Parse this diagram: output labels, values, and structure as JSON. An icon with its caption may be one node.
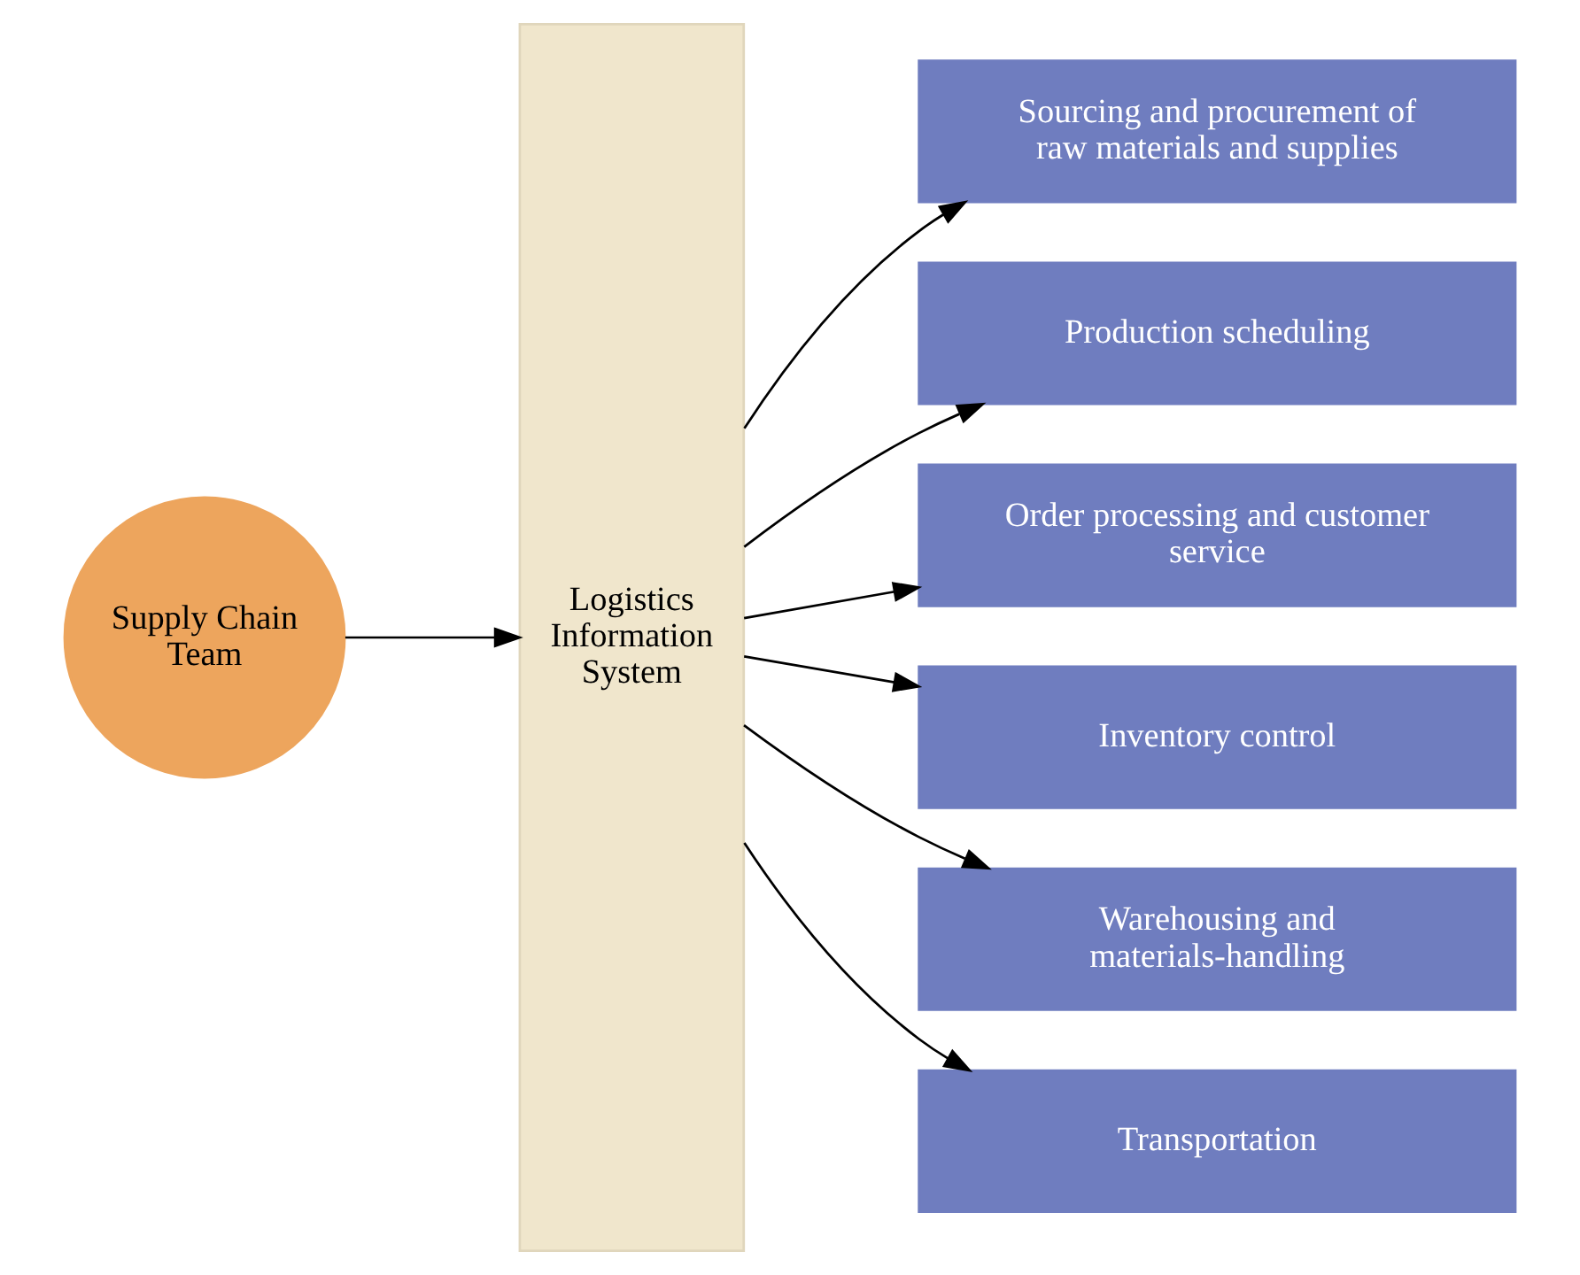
{
  "diagram": {
    "nodes": [
      {
        "text": [
          "Supply Chain Team"
        ]
      },
      {
        "text": [
          "Logistics Information System"
        ]
      },
      {
        "text": [
          "Sourcing and procurement of raw materials and supplies"
        ]
      },
      {
        "text": [
          "Production scheduling"
        ]
      },
      {
        "text": [
          "Order processing and customer service"
        ]
      },
      {
        "text": [
          "Inventory control"
        ]
      },
      {
        "text": [
          "Warehousing and materials-handling"
        ]
      },
      {
        "text": [
          "Transportation"
        ]
      }
    ],
    "edges": [
      {
        "from": 0,
        "to": 1,
        "arrow": "to"
      },
      {
        "from": 1,
        "to": 2,
        "arrow": "to"
      },
      {
        "from": 1,
        "to": 3,
        "arrow": "to"
      },
      {
        "from": 1,
        "to": 4,
        "arrow": "to"
      },
      {
        "from": 1,
        "to": 5,
        "arrow": "to"
      },
      {
        "from": 1,
        "to": 6,
        "arrow": "to"
      },
      {
        "from": 1,
        "to": 7,
        "arrow": "to"
      }
    ]
  }
}
